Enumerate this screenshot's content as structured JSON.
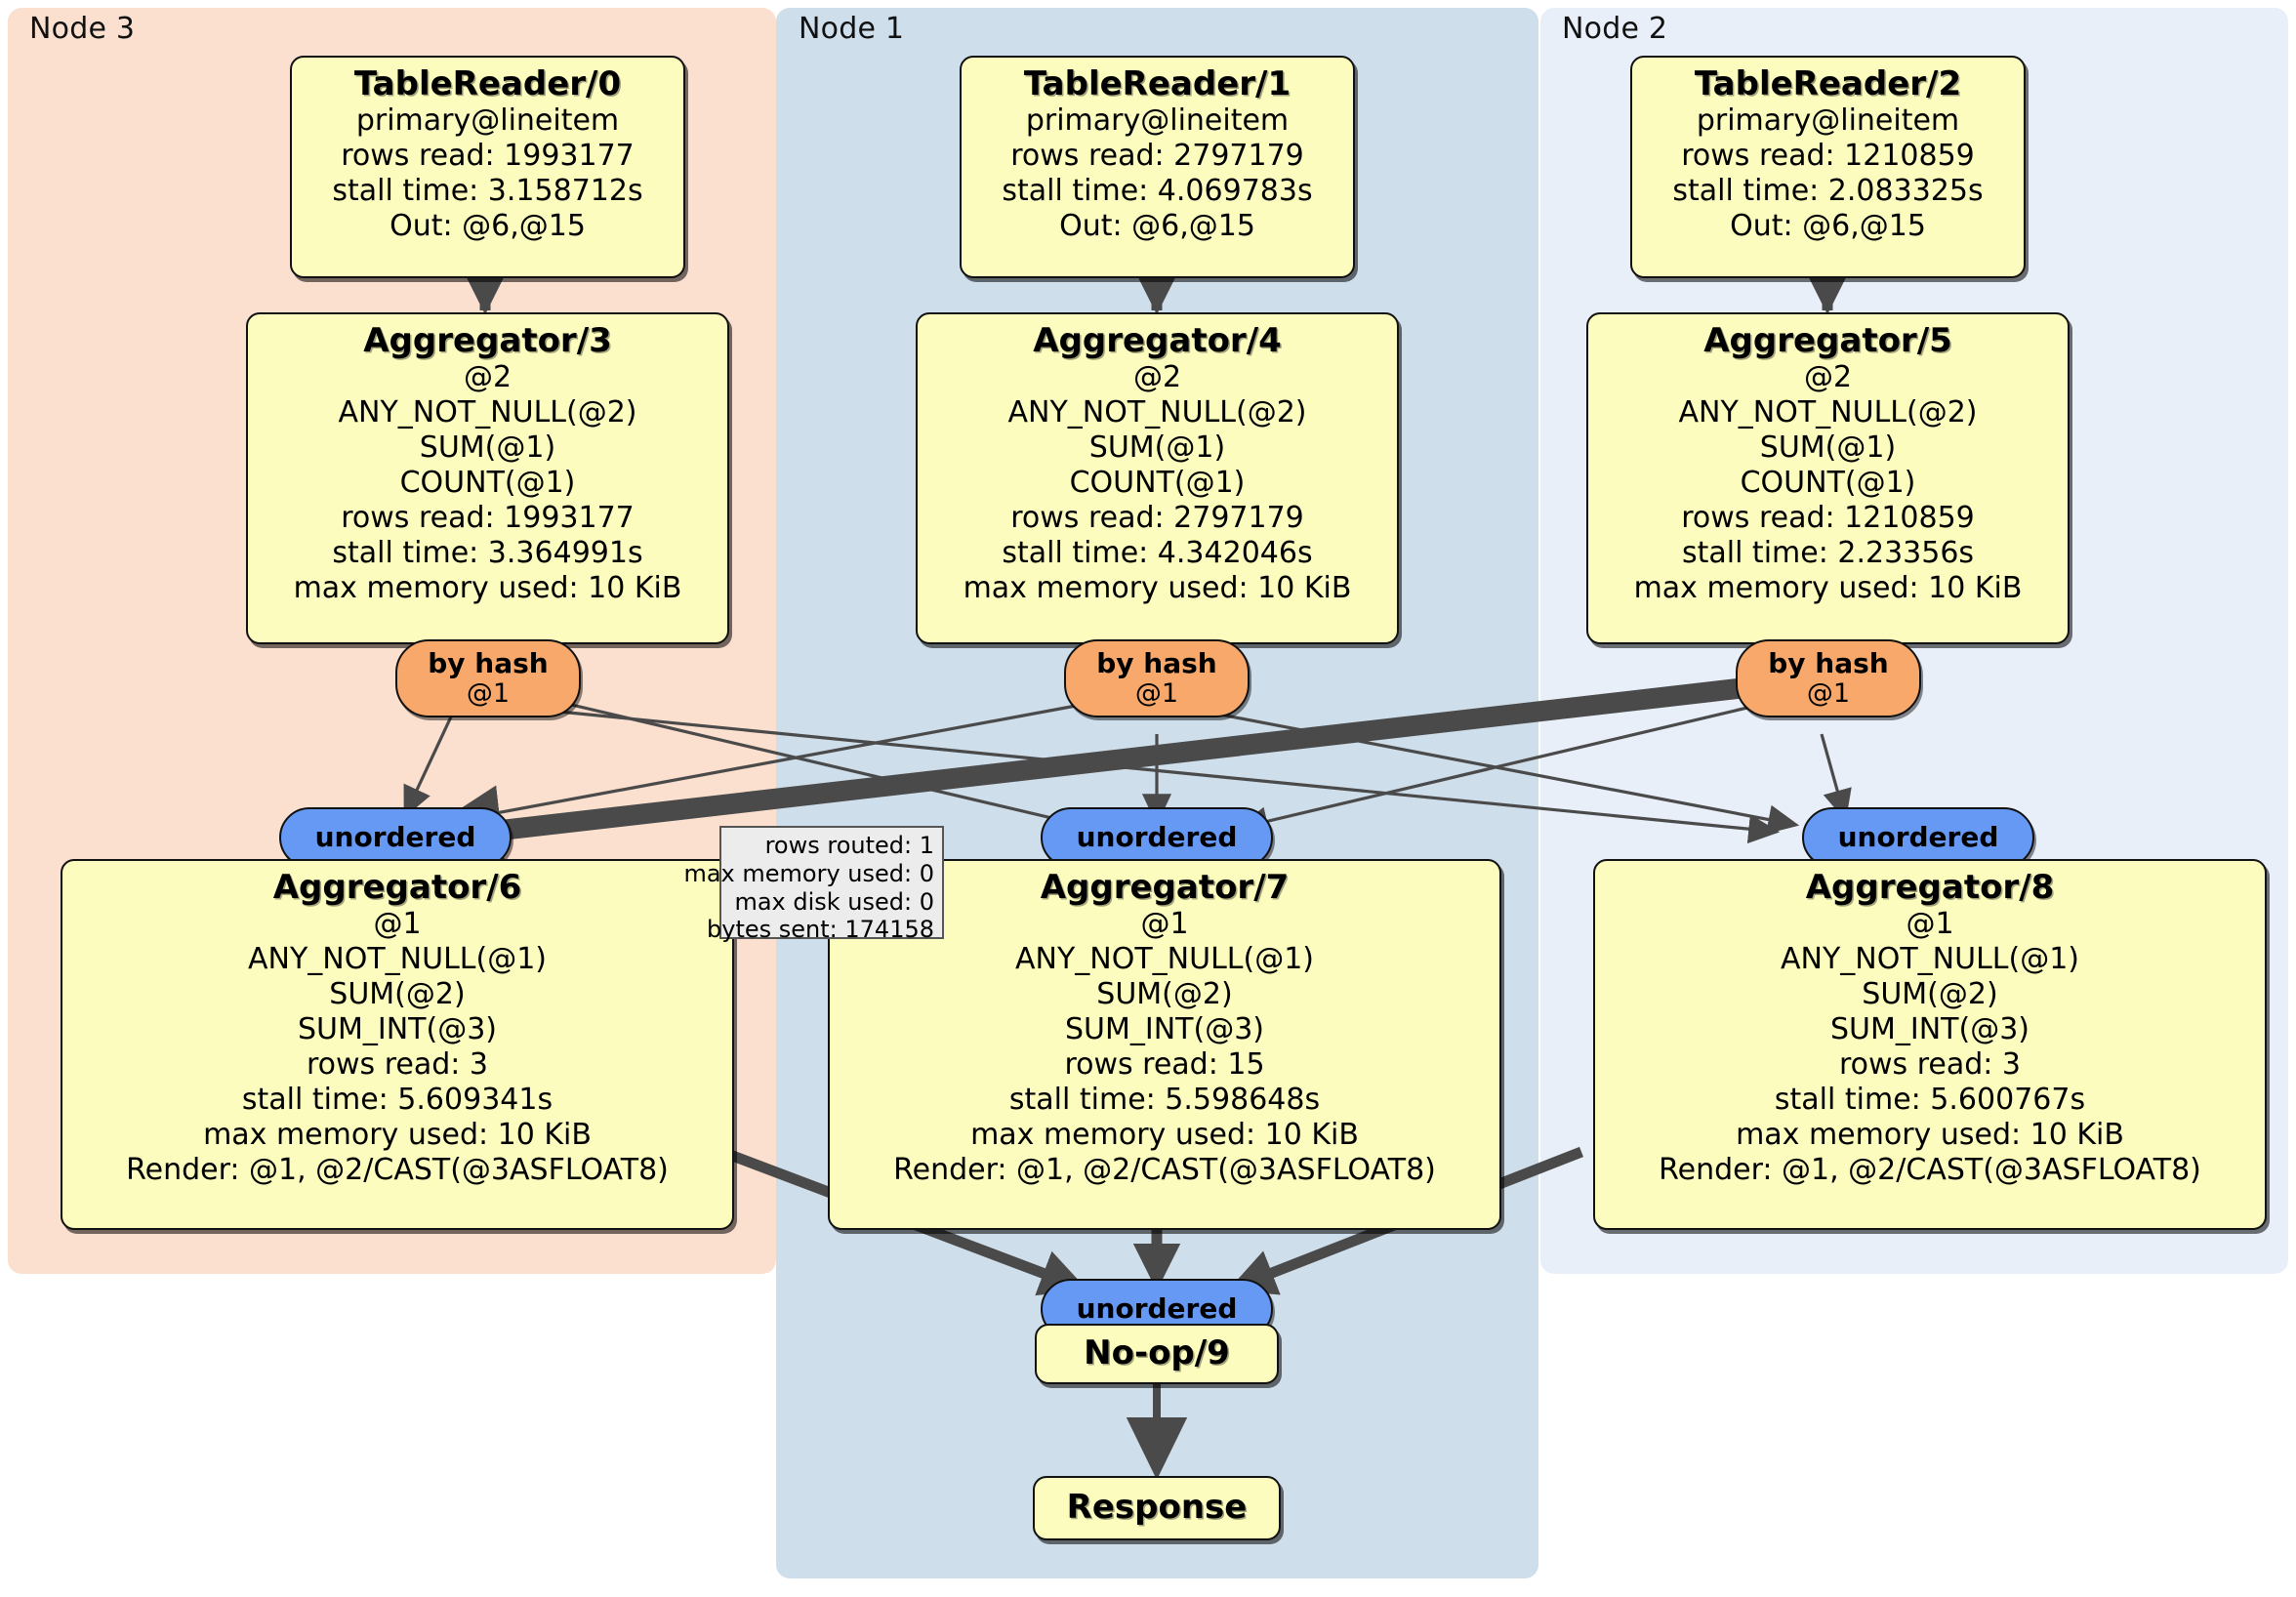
{
  "diagram": {
    "title": "Distributed query execution plan",
    "colors": {
      "node3_panel": "#fbe0d0",
      "node1_panel": "#cfdeeb",
      "node2_panel": "#e9eff9",
      "operator_fill": "#fbfcbd",
      "hash_router_fill": "#f7a86a",
      "unordered_stream_fill": "#6699f4",
      "stats_box_fill": "#ececed",
      "edge_stroke": "#4a4a4a",
      "border": "#111111"
    }
  },
  "panels": [
    {
      "id": "node3",
      "label": "Node 3"
    },
    {
      "id": "node1",
      "label": "Node 1"
    },
    {
      "id": "node2",
      "label": "Node 2"
    }
  ],
  "readers": [
    {
      "title": "TableReader/0",
      "source": "primary@lineitem",
      "rows_read": "rows read: 1993177",
      "stall_time": "stall time: 3.158712s",
      "out": "Out: @6,@15"
    },
    {
      "title": "TableReader/1",
      "source": "primary@lineitem",
      "rows_read": "rows read: 2797179",
      "stall_time": "stall time: 4.069783s",
      "out": "Out: @6,@15"
    },
    {
      "title": "TableReader/2",
      "source": "primary@lineitem",
      "rows_read": "rows read: 1210859",
      "stall_time": "stall time: 2.083325s",
      "out": "Out: @6,@15"
    }
  ],
  "aggregators_stage1": [
    {
      "title": "Aggregator/3",
      "group": "@2",
      "agg1": "ANY_NOT_NULL(@2)",
      "agg2": "SUM(@1)",
      "agg3": "COUNT(@1)",
      "rows_read": "rows read: 1993177",
      "stall_time": "stall time: 3.364991s",
      "max_memory": "max memory used: 10 KiB"
    },
    {
      "title": "Aggregator/4",
      "group": "@2",
      "agg1": "ANY_NOT_NULL(@2)",
      "agg2": "SUM(@1)",
      "agg3": "COUNT(@1)",
      "rows_read": "rows read: 2797179",
      "stall_time": "stall time: 4.342046s",
      "max_memory": "max memory used: 10 KiB"
    },
    {
      "title": "Aggregator/5",
      "group": "@2",
      "agg1": "ANY_NOT_NULL(@2)",
      "agg2": "SUM(@1)",
      "agg3": "COUNT(@1)",
      "rows_read": "rows read: 1210859",
      "stall_time": "stall time: 2.23356s",
      "max_memory": "max memory used: 10 KiB"
    }
  ],
  "hash_routers": [
    {
      "label": "by hash",
      "column": "@1"
    },
    {
      "label": "by hash",
      "column": "@1"
    },
    {
      "label": "by hash",
      "column": "@1"
    }
  ],
  "unordered_streams": [
    {
      "label": "unordered"
    },
    {
      "label": "unordered"
    },
    {
      "label": "unordered"
    },
    {
      "label": "unordered"
    }
  ],
  "aggregators_stage2": [
    {
      "title": "Aggregator/6",
      "group": "@1",
      "agg1": "ANY_NOT_NULL(@1)",
      "agg2": "SUM(@2)",
      "agg3": "SUM_INT(@3)",
      "rows_read": "rows read: 3",
      "stall_time": "stall time: 5.609341s",
      "max_memory": "max memory used: 10 KiB",
      "render": "Render: @1, @2/CAST(@3ASFLOAT8)"
    },
    {
      "title": "Aggregator/7",
      "group": "@1",
      "agg1": "ANY_NOT_NULL(@1)",
      "agg2": "SUM(@2)",
      "agg3": "SUM_INT(@3)",
      "rows_read": "rows read: 15",
      "stall_time": "stall time: 5.598648s",
      "max_memory": "max memory used: 10 KiB",
      "render": "Render: @1, @2/CAST(@3ASFLOAT8)"
    },
    {
      "title": "Aggregator/8",
      "group": "@1",
      "agg1": "ANY_NOT_NULL(@1)",
      "agg2": "SUM(@2)",
      "agg3": "SUM_INT(@3)",
      "rows_read": "rows read: 3",
      "stall_time": "stall time: 5.600767s",
      "max_memory": "max memory used: 10 KiB",
      "render": "Render: @1, @2/CAST(@3ASFLOAT8)"
    }
  ],
  "stats_tooltip": {
    "rows_routed": "rows routed: 1",
    "max_memory_used": "max memory used: 0",
    "max_disk_used": "max disk used: 0",
    "bytes_sent": "bytes sent: 174158"
  },
  "final": {
    "noop_title": "No-op/9",
    "response_title": "Response"
  }
}
